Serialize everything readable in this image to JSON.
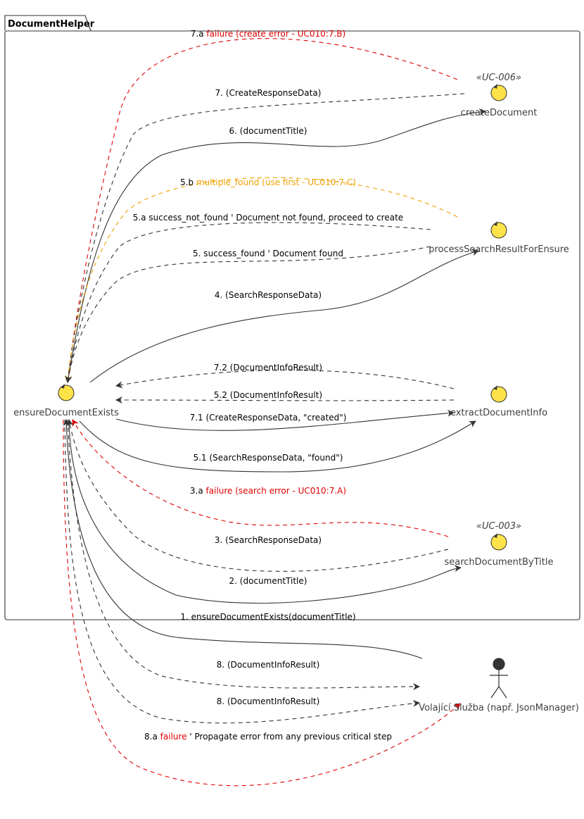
{
  "package": {
    "title": "DocumentHelper"
  },
  "colors": {
    "black": "#333333",
    "red": "#e00000",
    "orange": "#f0a000",
    "node_fill": "#fde24a",
    "node_stroke": "#333333"
  },
  "nodes": {
    "createDocument": {
      "label": "createDocument",
      "stereotype": "«UC-006»"
    },
    "processSearch": {
      "label": "processSearchResultForEnsure"
    },
    "extractDocumentInfo": {
      "label": "extractDocumentInfo"
    },
    "searchDocumentByTitle": {
      "label": "searchDocumentByTitle",
      "stereotype": "«UC-003»"
    },
    "ensureDocumentExists": {
      "label": "ensureDocumentExists"
    },
    "actor": {
      "label": "Volající Služba (např. JsonManager)"
    }
  },
  "messages": {
    "m7a": {
      "prefix": "7.a ",
      "highlight": "failure (create error - UC010:7.B)",
      "suffix": ""
    },
    "m7": {
      "text": "7. (CreateResponseData)"
    },
    "m6": {
      "text": "6. (documentTitle)"
    },
    "m5b": {
      "prefix": "5.b ",
      "highlight": "multiple_found (use first - UC010:7.C)",
      "suffix": ""
    },
    "m5a": {
      "text": "5.a success_not_found ' Document not found, proceed to create"
    },
    "m5": {
      "text": "5. success_found ' Document found"
    },
    "m4": {
      "text": "4. (SearchResponseData)"
    },
    "m72": {
      "text": "7.2 (DocumentInfoResult)"
    },
    "m52": {
      "text": "5.2 (DocumentInfoResult)"
    },
    "m71": {
      "text": "7.1 (CreateResponseData, \"created\")"
    },
    "m51": {
      "text": "5.1 (SearchResponseData, \"found\")"
    },
    "m3a": {
      "prefix": "3.a ",
      "highlight": "failure (search error - UC010:7.A)",
      "suffix": ""
    },
    "m3": {
      "text": "3. (SearchResponseData)"
    },
    "m2": {
      "text": "2. (documentTitle)"
    },
    "m1": {
      "text": "1. ensureDocumentExists(documentTitle)"
    },
    "m8a": {
      "text": "8. (DocumentInfoResult)"
    },
    "m8b": {
      "text": "8. (DocumentInfoResult)"
    },
    "m8fail": {
      "prefix": "8.a ",
      "highlight": "failure",
      "suffix": " ' Propagate error from any previous critical step"
    }
  }
}
